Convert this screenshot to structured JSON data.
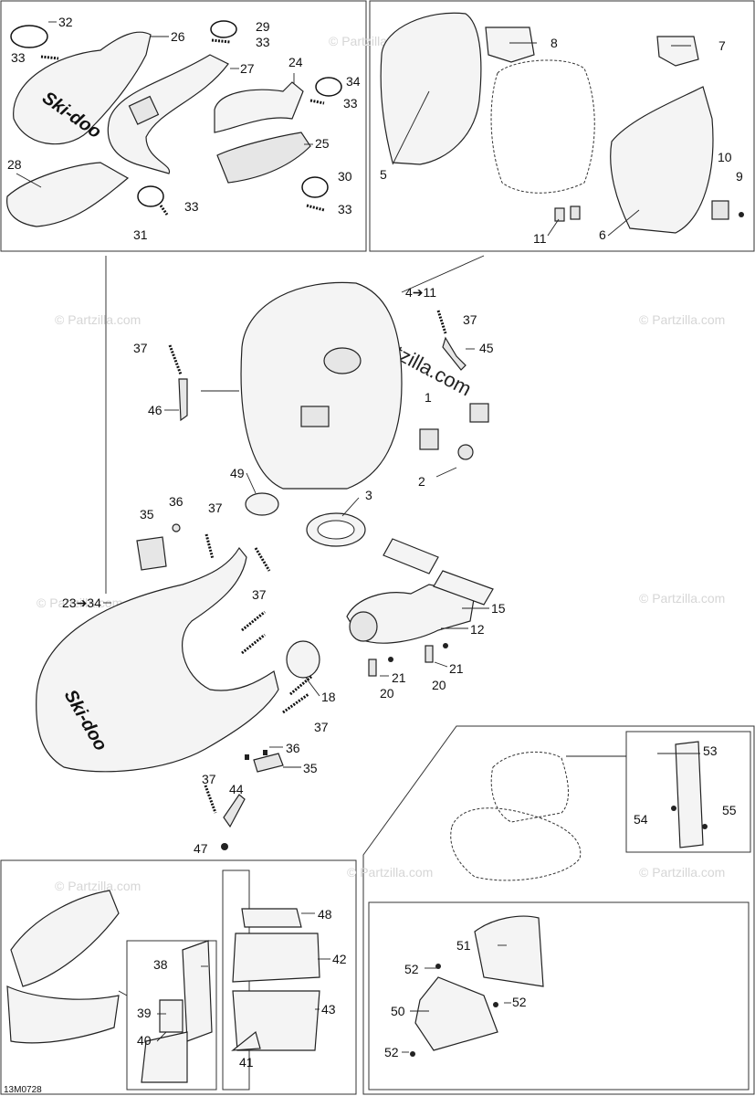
{
  "diagram": {
    "drawing_code": "13M0728",
    "brand_text": "Ski-doo",
    "watermark_main": "Partzilla.com",
    "watermark_small": "© Partzilla.com",
    "labels": {
      "p32": "32",
      "p26": "26",
      "p29": "29",
      "p33a": "33",
      "p33b": "33",
      "p27": "27",
      "p24": "24",
      "p34": "34",
      "p33c": "33",
      "p25": "25",
      "p28": "28",
      "p30": "30",
      "p33d": "33",
      "p31": "31",
      "p33e": "33",
      "p8": "8",
      "p7": "7",
      "p5": "5",
      "p10": "10",
      "p9": "9",
      "p11": "11",
      "p6": "6",
      "p4to11": "4➔11",
      "p37a": "37",
      "p45": "45",
      "p37b": "37",
      "p46": "46",
      "p1": "1",
      "p2": "2",
      "p49": "49",
      "p3": "3",
      "p35a": "35",
      "p36a": "36",
      "p37c": "37",
      "p23to34": "23➔34",
      "p37d": "37",
      "p15": "15",
      "p12": "12",
      "p18": "18",
      "p21a": "21",
      "p21b": "21",
      "p20a": "20",
      "p20b": "20",
      "p37e": "37",
      "p36b": "36",
      "p35b": "35",
      "p37f": "37",
      "p44": "44",
      "p47": "47",
      "p53": "53",
      "p54": "54",
      "p55": "55",
      "p48": "48",
      "p38": "38",
      "p42": "42",
      "p39": "39",
      "p43": "43",
      "p40": "40",
      "p41": "41",
      "p51": "51",
      "p52a": "52",
      "p52b": "52",
      "p50": "50",
      "p52c": "52"
    }
  }
}
